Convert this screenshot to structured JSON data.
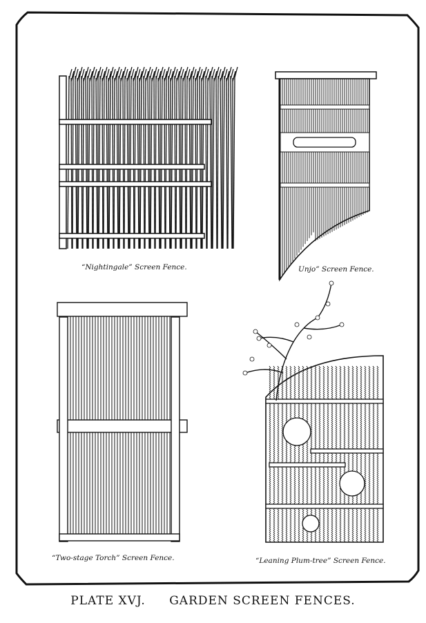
{
  "plate": {
    "number_label": "PLATE XVJ.",
    "title": "GARDEN SCREEN FENCES."
  },
  "figures": [
    {
      "caption": "“Nightingale” Screen Fence."
    },
    {
      "caption": "Unjo” Screen Fence."
    },
    {
      "caption": "“Two-stage Torch” Screen Fence."
    },
    {
      "caption": "“Leaning Plum-tree” Screen Fence."
    }
  ],
  "colors": {
    "ink": "#111111",
    "paper": "#ffffff"
  }
}
